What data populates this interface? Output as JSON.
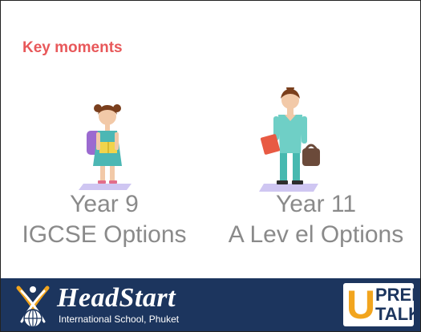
{
  "slide": {
    "title": "Key moments",
    "milestones": [
      {
        "year": "Year 9",
        "option": "IGCSE Options",
        "figure": "young-student-icon"
      },
      {
        "year": "Year 11",
        "option": "A Lev el Options",
        "figure": "older-student-icon"
      }
    ]
  },
  "footer": {
    "school_name": "HeadStart",
    "school_sub": "International School, Phuket",
    "badge_letter": "U",
    "badge_line1": "PREP",
    "badge_line2": "TALK"
  },
  "colors": {
    "title": "#e8585a",
    "caption": "#8a8a8a",
    "footer_bg": "#1c355e",
    "badge_accent": "#f2a51e"
  }
}
